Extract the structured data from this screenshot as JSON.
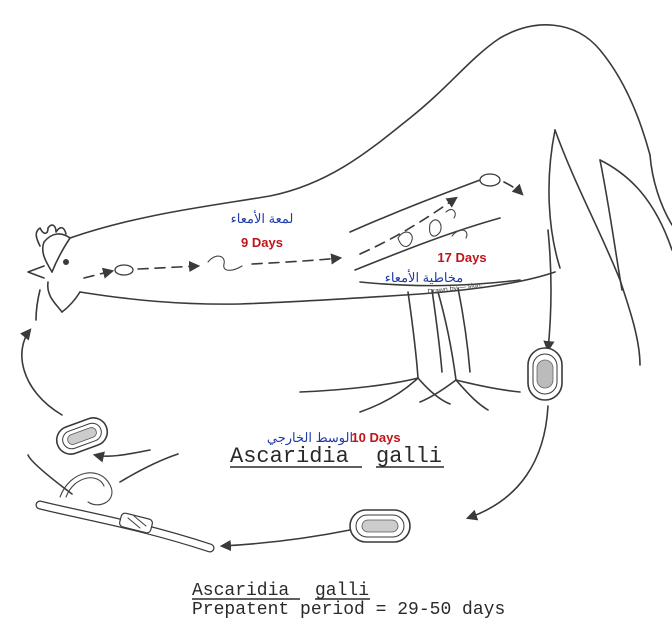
{
  "labels": {
    "intestine_lumen_ar": "لمعة الأمعاء",
    "lumen_days": "9 Days",
    "mucosa_days": "17 Days",
    "intestine_mucosa_ar": "مخاطية الأمعاء",
    "environment_days": "10 Days",
    "environment_ar": "الوسط الخارجي",
    "artist_signature": "Drawn by — sign."
  },
  "title": {
    "main_part1": "Ascaridia",
    "main_part2": "galli",
    "footer_line1_part1": "Ascaridia",
    "footer_line1_part2": "galli",
    "footer_line2": "Prepatent period = 29-50 days"
  },
  "colors": {
    "red_label": "#c0141a",
    "blue_label": "#1f3aa6",
    "ink": "#3a3a3a"
  }
}
